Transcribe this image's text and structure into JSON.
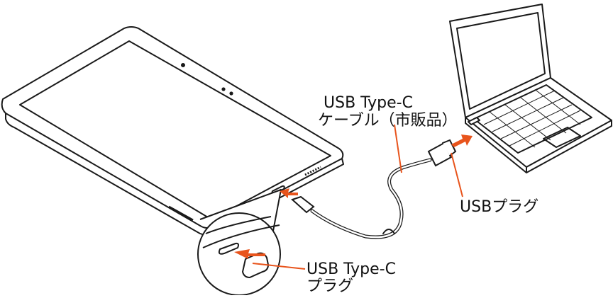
{
  "labels": {
    "cable": {
      "line1": "USB Type-C",
      "line2": "ケーブル（市販品）"
    },
    "usb_plug": "USBプラグ",
    "typec_plug": {
      "line1": "USB Type-C",
      "line2": "プラグ"
    }
  },
  "colors": {
    "outline": "#1a1a1a",
    "arrow": "#e8541c",
    "leader": "#e8541c",
    "screen_fill": "#ffffff"
  }
}
